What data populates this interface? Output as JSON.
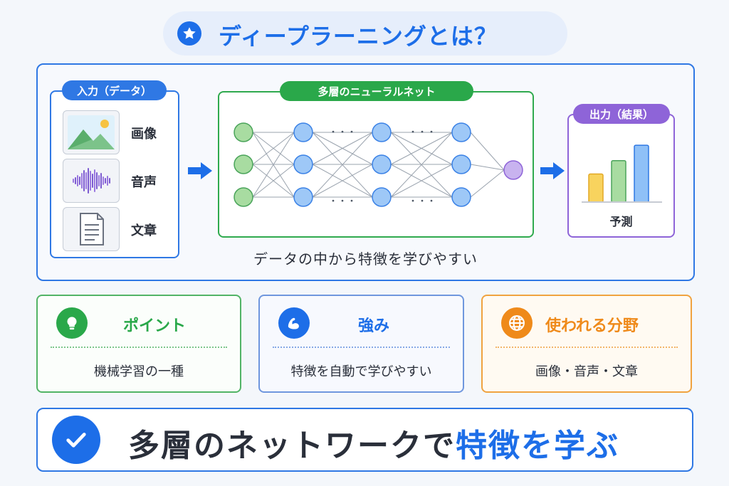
{
  "title": "ディープラーニングとは？",
  "input": {
    "tag": "入力（データ）",
    "items": [
      {
        "label": "画像",
        "icon": "image-icon"
      },
      {
        "label": "音声",
        "icon": "audio-wave-icon"
      },
      {
        "label": "文章",
        "icon": "document-icon"
      }
    ]
  },
  "network": {
    "tag": "多層のニューラルネット",
    "ellipsis": "・・・"
  },
  "output": {
    "tag": "出力（結果）",
    "label": "予測",
    "bar_levels": [
      0.42,
      0.62,
      0.85
    ]
  },
  "caption": "データの中から特徴を学びやすい",
  "cards": [
    {
      "title": "ポイント",
      "body": "機械学習の一種",
      "icon": "lightbulb-icon",
      "color": "#2aa84a"
    },
    {
      "title": "強み",
      "body": "特徴を自動で学びやすい",
      "icon": "muscle-icon",
      "color": "#1d6ee8"
    },
    {
      "title": "使われる分野",
      "body": "画像・音声・文章",
      "icon": "globe-icon",
      "color": "#ef8a1a"
    }
  ],
  "bottom": {
    "text_dark": "多層のネットワークで",
    "text_blue": "特徴を学ぶ"
  },
  "colors": {
    "blue": "#1d6ee8",
    "green": "#2aa84a",
    "purple": "#8e64d8",
    "orange": "#ef8a1a"
  }
}
